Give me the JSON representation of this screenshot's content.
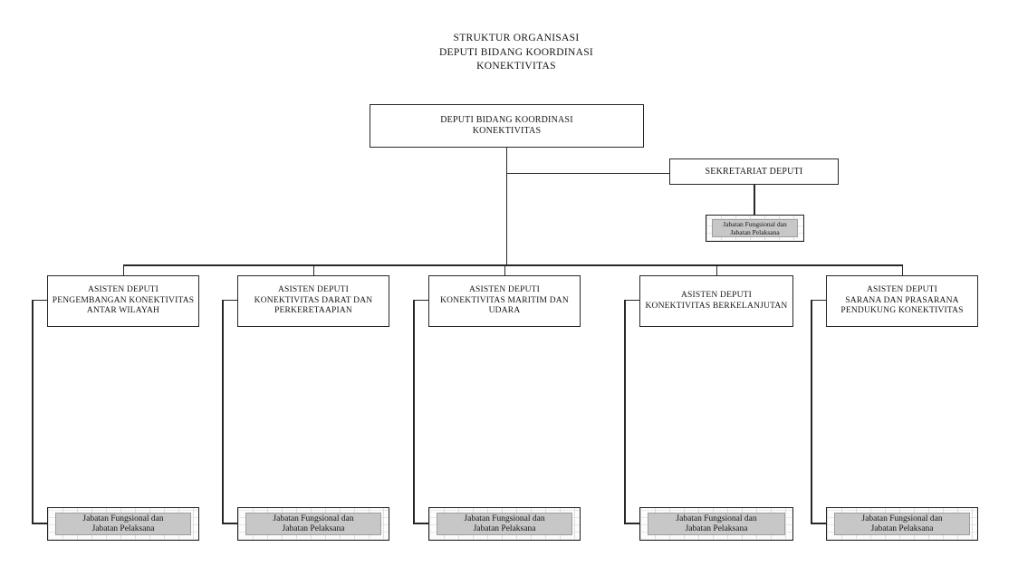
{
  "page": {
    "title_lines": [
      "STRUKTUR ORGANISASI",
      "DEPUTI BIDANG KOORDINASI",
      "KONEKTIVITAS"
    ]
  },
  "org": {
    "root": {
      "lines": [
        "DEPUTI BIDANG KOORDINASI",
        "KONEKTIVITAS"
      ]
    },
    "secretariat": {
      "label": "SEKRETARIAT DEPUTI",
      "sub": {
        "line1": "Jabatan Fungsional dan",
        "line2": "Jabatan Pelaksana"
      }
    },
    "units": [
      {
        "lines": [
          "ASISTEN DEPUTI",
          "PENGEMBANGAN KONEKTIVITAS",
          "ANTAR WILAYAH"
        ],
        "sub": {
          "line1": "Jabatan Fungsional dan",
          "line2": "Jabatan Pelaksana"
        }
      },
      {
        "lines": [
          "ASISTEN DEPUTI",
          "KONEKTIVITAS DARAT DAN",
          "PERKERETAAPIAN"
        ],
        "sub": {
          "line1": "Jabatan Fungsional dan",
          "line2": "Jabatan Pelaksana"
        }
      },
      {
        "lines": [
          "ASISTEN DEPUTI",
          "KONEKTIVITAS MARITIM DAN",
          "UDARA"
        ],
        "sub": {
          "line1": "Jabatan Fungsional dan",
          "line2": "Jabatan Pelaksana"
        }
      },
      {
        "lines": [
          "ASISTEN DEPUTI",
          "KONEKTIVITAS BERKELANJUTAN"
        ],
        "sub": {
          "line1": "Jabatan Fungsional dan",
          "line2": "Jabatan Pelaksana"
        }
      },
      {
        "lines": [
          "ASISTEN DEPUTI",
          "SARANA DAN PRASARANA",
          "PENDUKUNG KONEKTIVITAS"
        ],
        "sub": {
          "line1": "Jabatan Fungsional dan",
          "line2": "Jabatan Pelaksana"
        }
      }
    ],
    "colors": {
      "line": "#282828",
      "box_border": "#282828",
      "gray_fill": "#c7c7c7",
      "stripe": "#dddddd",
      "text": "#141414",
      "background": "#ffffff"
    }
  }
}
